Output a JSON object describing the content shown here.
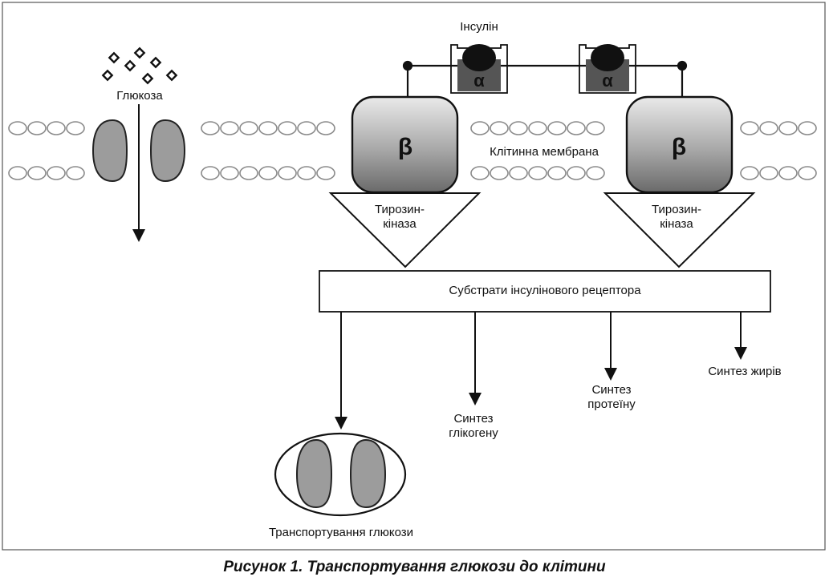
{
  "labels": {
    "insulin": "Інсулін",
    "glucose": "Глюкоза",
    "membrane": "Клітинна мембрана",
    "alpha": "α",
    "beta": "β",
    "tyrosine_kinase_line1": "Тирозин-",
    "tyrosine_kinase_line2": "кіназа",
    "substrates": "Субстрати інсулінового рецептора",
    "glycogen_line1": "Синтез",
    "glycogen_line2": "глікогену",
    "protein_line1": "Синтез",
    "protein_line2": "протеїну",
    "fats": "Синтез жирів",
    "transport": "Транспортування глюкози"
  },
  "caption": "Рисунок 1. Транспортування глюкози до клітини",
  "colors": {
    "line": "#111111",
    "membrane_bead": "#888888",
    "channel_fill": "#9c9c9c",
    "alpha_box": "#555555",
    "beta_top": "#e6e6e6",
    "beta_bottom": "#6e6e6e"
  }
}
